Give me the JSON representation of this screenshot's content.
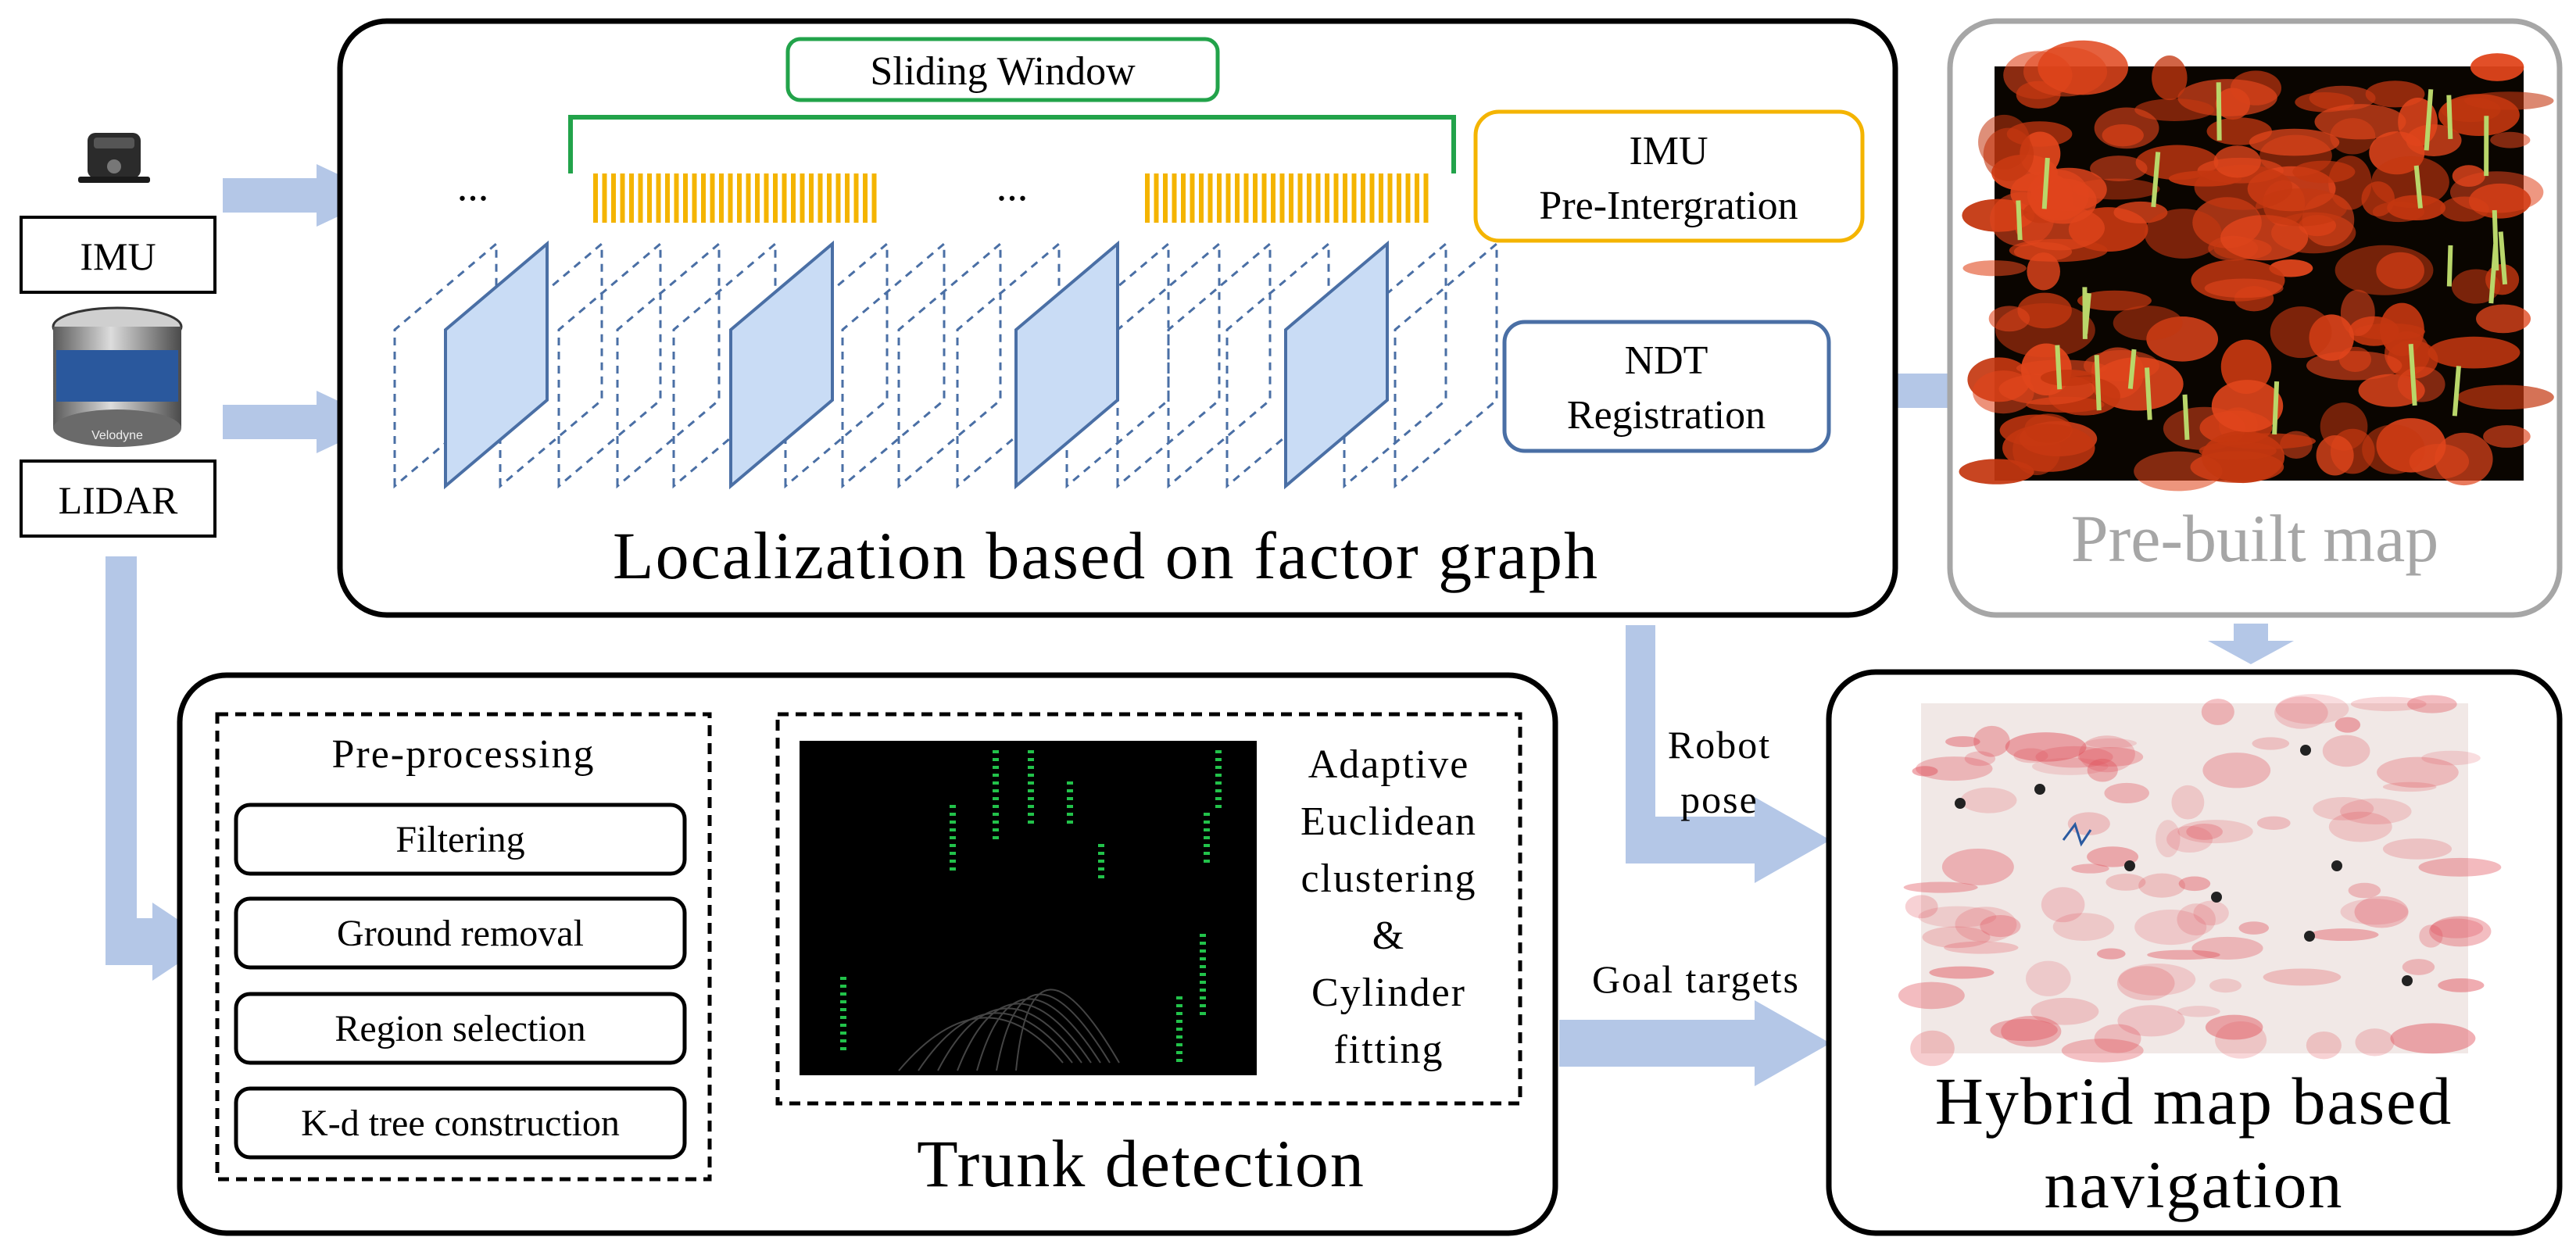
{
  "sensors": {
    "imu_label": "IMU",
    "lidar_label": "LIDAR",
    "lidar_brand": "Velodyne"
  },
  "localization": {
    "title": "Localization based on factor graph",
    "sliding_window": "Sliding Window",
    "ellipsis": "...",
    "imu_box": [
      "IMU",
      "Pre-Intergration"
    ],
    "ndt_box": [
      "NDT",
      "Registration"
    ]
  },
  "prebuilt_map": {
    "title": "Pre-built map"
  },
  "preprocessing": {
    "title": "Pre-processing",
    "steps": [
      "Filtering",
      "Ground removal",
      "Region selection",
      "K-d tree construction"
    ]
  },
  "trunk_detection": {
    "title": "Trunk detection",
    "method_lines": [
      "Adaptive",
      "Euclidean",
      "clustering",
      "&",
      "Cylinder",
      "fitting"
    ]
  },
  "navigation": {
    "title_lines": [
      "Hybrid map based",
      "navigation"
    ],
    "robot_pose": [
      "Robot",
      "pose"
    ],
    "goal_targets": "Goal targets"
  },
  "colors": {
    "arrow": "#b4c7e7",
    "imu_box": "#f4b400",
    "ndt_box": "#4a6fa5",
    "sliding_window": "#22a34a",
    "factor_fill": "#c9dcf5",
    "factor_stroke": "#4a6fa5",
    "prebuilt_border": "#a6a6a6",
    "prebuilt_text": "#a6a6a6"
  }
}
